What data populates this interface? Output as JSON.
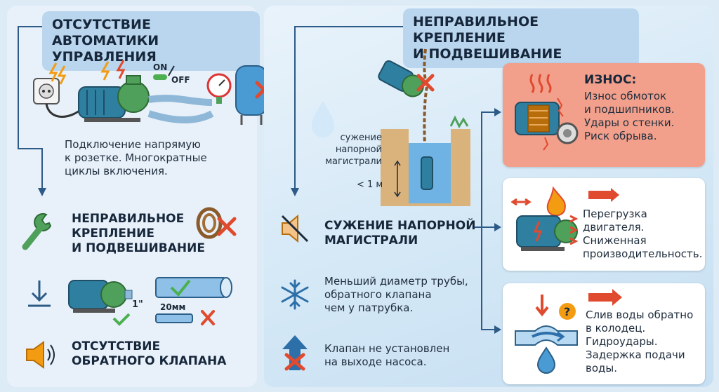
{
  "left": {
    "title": "ОТСУТСТВИЕ АВТОМАТИКИ УПРАВЛЕНИЯ",
    "title_line1": "ОТСУТСТВИЕ АВТОМАТИКИ",
    "title_line2": "УПРАВЛЕНИЯ",
    "switch_on": "ON",
    "switch_off": "OFF",
    "description_line1": "Подключение напрямую",
    "description_line2": "к розетке. Многократные",
    "description_line3": "циклы включения.",
    "item_mount_line1": "НЕПРАВИЛЬНОЕ",
    "item_mount_line2": "КРЕПЛЕНИЕ",
    "item_mount_line3": "И ПОДВЕШИВАНИЕ",
    "pipe_size_1": "1\"",
    "pipe_size_2": "20мм",
    "item_valve_line1": "ОТСУТСТВИЕ",
    "item_valve_line2": "ОБРАТНОГО КЛАПАНА"
  },
  "right": {
    "title_line1": "НЕПРАВИЛЬНОЕ КРЕПЛЕНИЕ",
    "title_line2": "И ПОДВЕШИВАНИЕ",
    "well_label_line1": "сужение",
    "well_label_line2": "напорной",
    "well_label_line3": "магистрали",
    "well_depth": "< 1 м",
    "narrowing_line1": "СУЖЕНИЕ НАПОРНОЙ",
    "narrowing_line2": "МАГИСТРАЛИ",
    "pipe_desc_line1": "Меньший диаметр трубы,",
    "pipe_desc_line2": "обратного клапана",
    "pipe_desc_line3": "чем у патрубка.",
    "valve_desc_line1": "Клапан не установлен",
    "valve_desc_line2": "на выходе насоса."
  },
  "cards": {
    "wear_title": "ИЗНОС:",
    "wear_line1": "Износ обмоток",
    "wear_line2": "и подшипников.",
    "wear_line3": "Удары о стенки.",
    "wear_line4": "Риск обрыва.",
    "overload_line1": "Перегрузка",
    "overload_line2": "двигателя.",
    "overload_line3": "Сниженная",
    "overload_line4": "производительность.",
    "backflow_line1": "Слив воды обратно",
    "backflow_line2": "в колодец.",
    "backflow_line3": "Гидроудары.",
    "backflow_line4": "Задержка подачи",
    "backflow_line5": "воды."
  },
  "colors": {
    "accent_blue": "#2d6fa8",
    "pump_teal": "#2f7fa0",
    "pump_green": "#4fa05a",
    "danger_red": "#e04a2e",
    "check_green": "#4caf50",
    "warning_orange": "#f39c12",
    "wear_card": "#f2a08c"
  }
}
